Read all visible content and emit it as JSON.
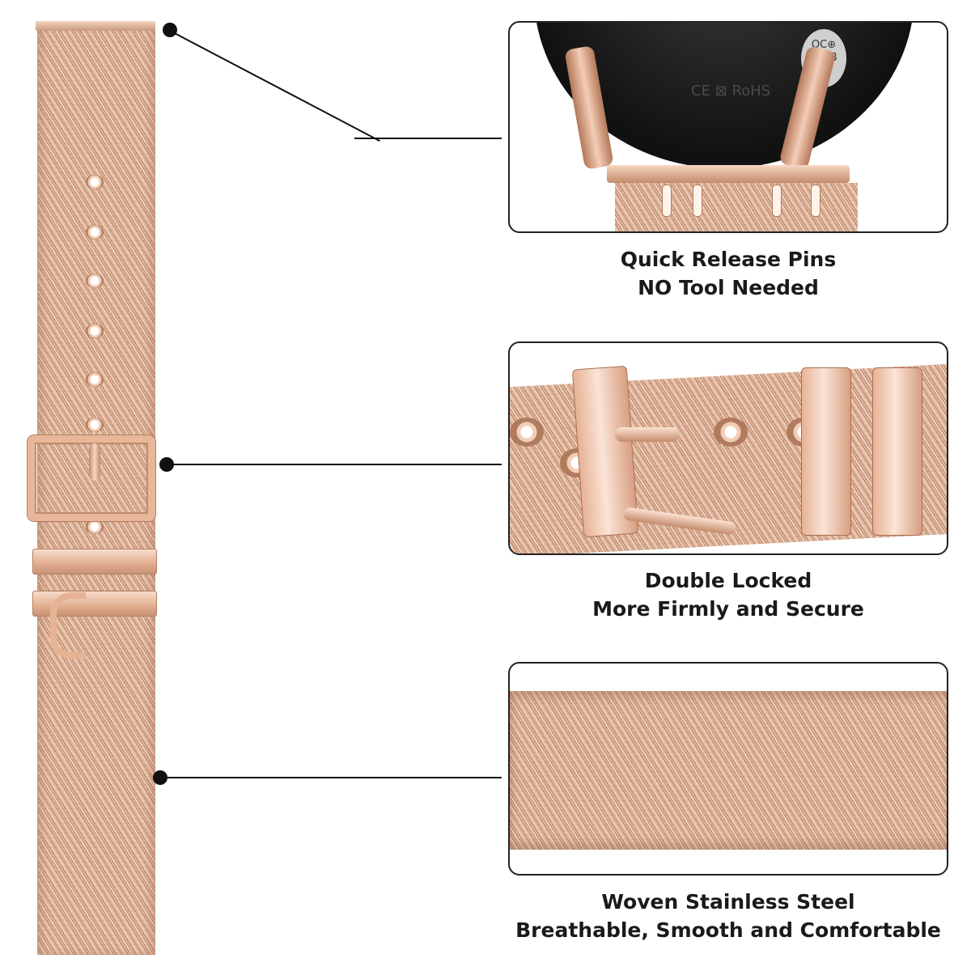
{
  "features": [
    {
      "title": "Quick Release Pins",
      "subtitle": "NO Tool Needed"
    },
    {
      "title": "Double Locked",
      "subtitle": "More Firmly and Secure"
    },
    {
      "title": "Woven Stainless Steel",
      "subtitle": "Breathable, Smooth and Comfortable"
    }
  ],
  "watch_markings": {
    "ce_rohs": "CE ⊠ RoHS",
    "qc_badge_line1": "QC⊕",
    "qc_badge_line2": "2108"
  },
  "colors": {
    "rose_gold": "#e2b69a",
    "callout": "#111111",
    "panel_border": "#222222"
  }
}
